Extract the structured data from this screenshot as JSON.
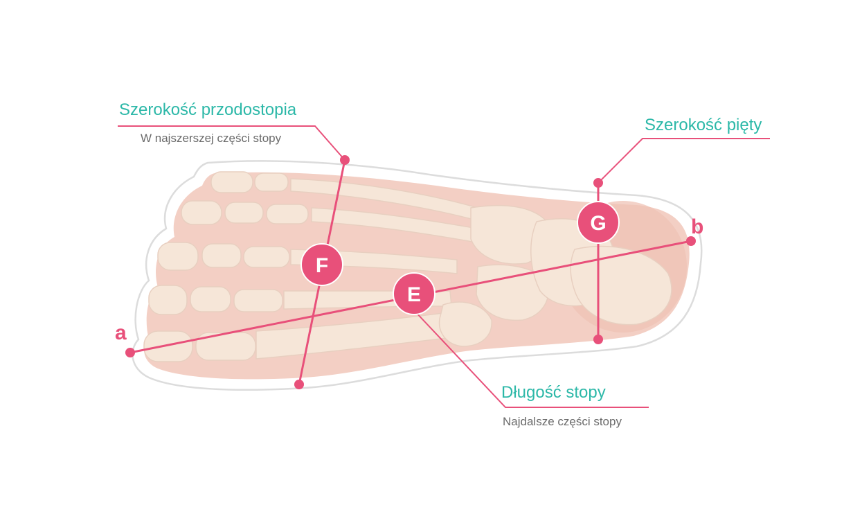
{
  "colors": {
    "accent": "#e8507a",
    "label_title": "#2cb8a8",
    "label_sub": "#6a6a6a",
    "foot_fill": "#f3cfc4",
    "bone_fill": "#f6e6d8",
    "outline": "#dcdcdc"
  },
  "labels": {
    "forefoot_width": {
      "title": "Szerokość przodostopia",
      "subtitle": "W najszerszej części stopy"
    },
    "heel_width": {
      "title": "Szerokość pięty"
    },
    "foot_length": {
      "title": "Długość stopy",
      "subtitle": "Najdalsze części stopy"
    }
  },
  "markers": {
    "E": "E",
    "F": "F",
    "G": "G"
  },
  "endpoints": {
    "a": "a",
    "b": "b"
  }
}
